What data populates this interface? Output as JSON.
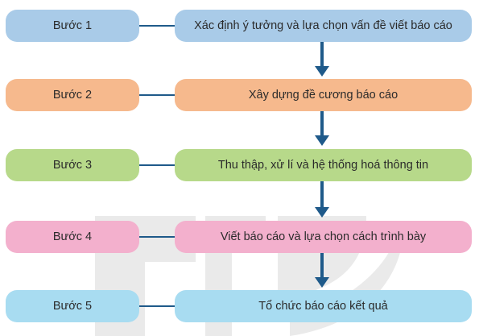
{
  "steps": [
    {
      "label": "Bước 1",
      "text": "Xác định ý tưởng và lựa chọn vấn đề viết báo cáo",
      "color": "#a9cbe8"
    },
    {
      "label": "Bước 2",
      "text": "Xây dựng đề cương báo cáo",
      "color": "#f6b98d"
    },
    {
      "label": "Bước 3",
      "text": "Thu thập, xử lí và hệ thống hoá thông tin",
      "color": "#b7d98a"
    },
    {
      "label": "Bước 4",
      "text": "Viết báo cáo và lựa chọn cách trình bày",
      "color": "#f3b0cd"
    },
    {
      "label": "Bước 5",
      "text": "Tổ chức báo cáo kết quả",
      "color": "#a8dcf1"
    }
  ],
  "colors": {
    "connector": "#1f5a8a",
    "watermark": "#d9d9d9"
  }
}
